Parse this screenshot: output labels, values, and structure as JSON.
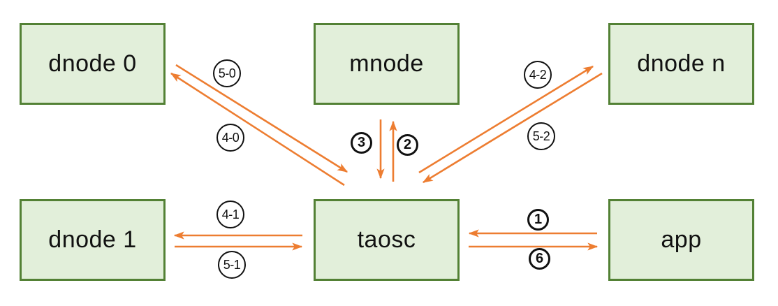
{
  "diagram": {
    "nodes": [
      {
        "id": "dnode0",
        "label": "dnode 0"
      },
      {
        "id": "mnode",
        "label": "mnode"
      },
      {
        "id": "dnoden",
        "label": "dnode n"
      },
      {
        "id": "dnode1",
        "label": "dnode 1"
      },
      {
        "id": "taosc",
        "label": "taosc"
      },
      {
        "id": "app",
        "label": "app"
      }
    ],
    "edges": [
      {
        "label": "1",
        "from": "app",
        "to": "taosc"
      },
      {
        "label": "2",
        "from": "taosc",
        "to": "mnode"
      },
      {
        "label": "3",
        "from": "mnode",
        "to": "taosc"
      },
      {
        "label": "4-0",
        "from": "taosc",
        "to": "dnode 0"
      },
      {
        "label": "5-0",
        "from": "dnode 0",
        "to": "taosc"
      },
      {
        "label": "4-1",
        "from": "taosc",
        "to": "dnode 1"
      },
      {
        "label": "5-1",
        "from": "dnode 1",
        "to": "taosc"
      },
      {
        "label": "4-2",
        "from": "taosc",
        "to": "dnode n"
      },
      {
        "label": "5-2",
        "from": "dnode n",
        "to": "taosc"
      },
      {
        "label": "6",
        "from": "taosc",
        "to": "app"
      }
    ],
    "colors": {
      "node_fill": "#e2efda",
      "node_border": "#538135",
      "arrow": "#ed7d31",
      "label_text": "#111111",
      "background": "#ffffff"
    }
  }
}
